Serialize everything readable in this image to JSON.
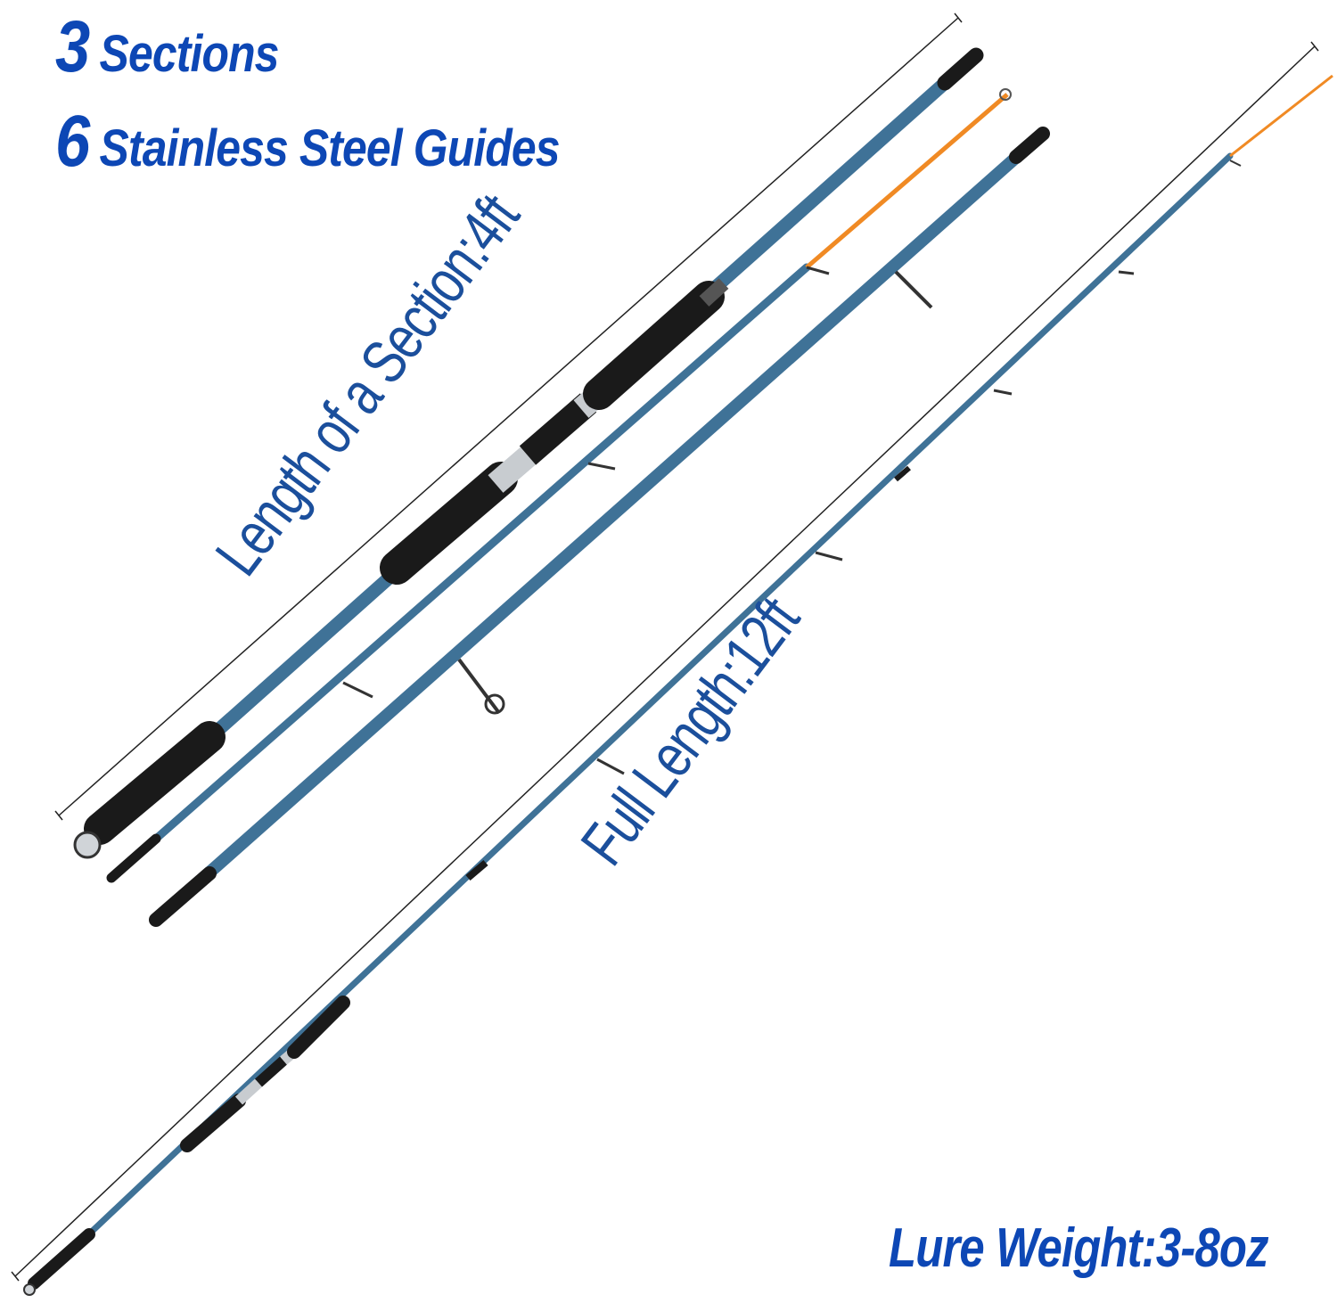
{
  "headline": {
    "line1": {
      "number": "3",
      "text": "Sections"
    },
    "line2": {
      "number": "6",
      "text": "Stainless Steel Guides"
    }
  },
  "section_length_label": "Length of a Section:4ft",
  "full_length_label": "Full Length:12ft",
  "lure_weight_label": "Lure Weight:3-8oz",
  "colors": {
    "headline_blue": "#0d47b5",
    "label_blue": "#1b4f9c",
    "rod_blue": "#4b7fa3",
    "grip_black": "#1a1a1a",
    "tip_orange": "#f08a24"
  }
}
